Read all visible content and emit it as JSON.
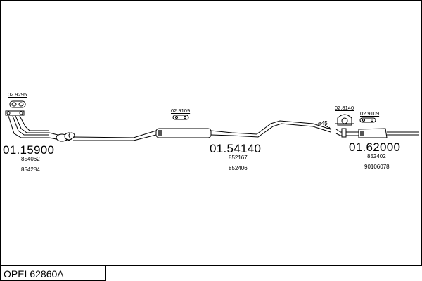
{
  "diagram_code": "OPEL62860A",
  "parts": [
    {
      "number": "01.15900",
      "refs": [
        "854062",
        "854284"
      ]
    },
    {
      "number": "01.54140",
      "refs": [
        "852167",
        "852406"
      ]
    },
    {
      "number": "01.62000",
      "refs": [
        "852402",
        "90106078"
      ]
    }
  ],
  "fittings": [
    {
      "number": "02.9295"
    },
    {
      "number": "02.9109"
    },
    {
      "number": "02.8140"
    },
    {
      "number": "02.9109"
    }
  ],
  "annotations": {
    "diameter": "⌀45"
  },
  "colors": {
    "line": "#000000",
    "fill": "#ffffff",
    "muffler": "#555555"
  }
}
